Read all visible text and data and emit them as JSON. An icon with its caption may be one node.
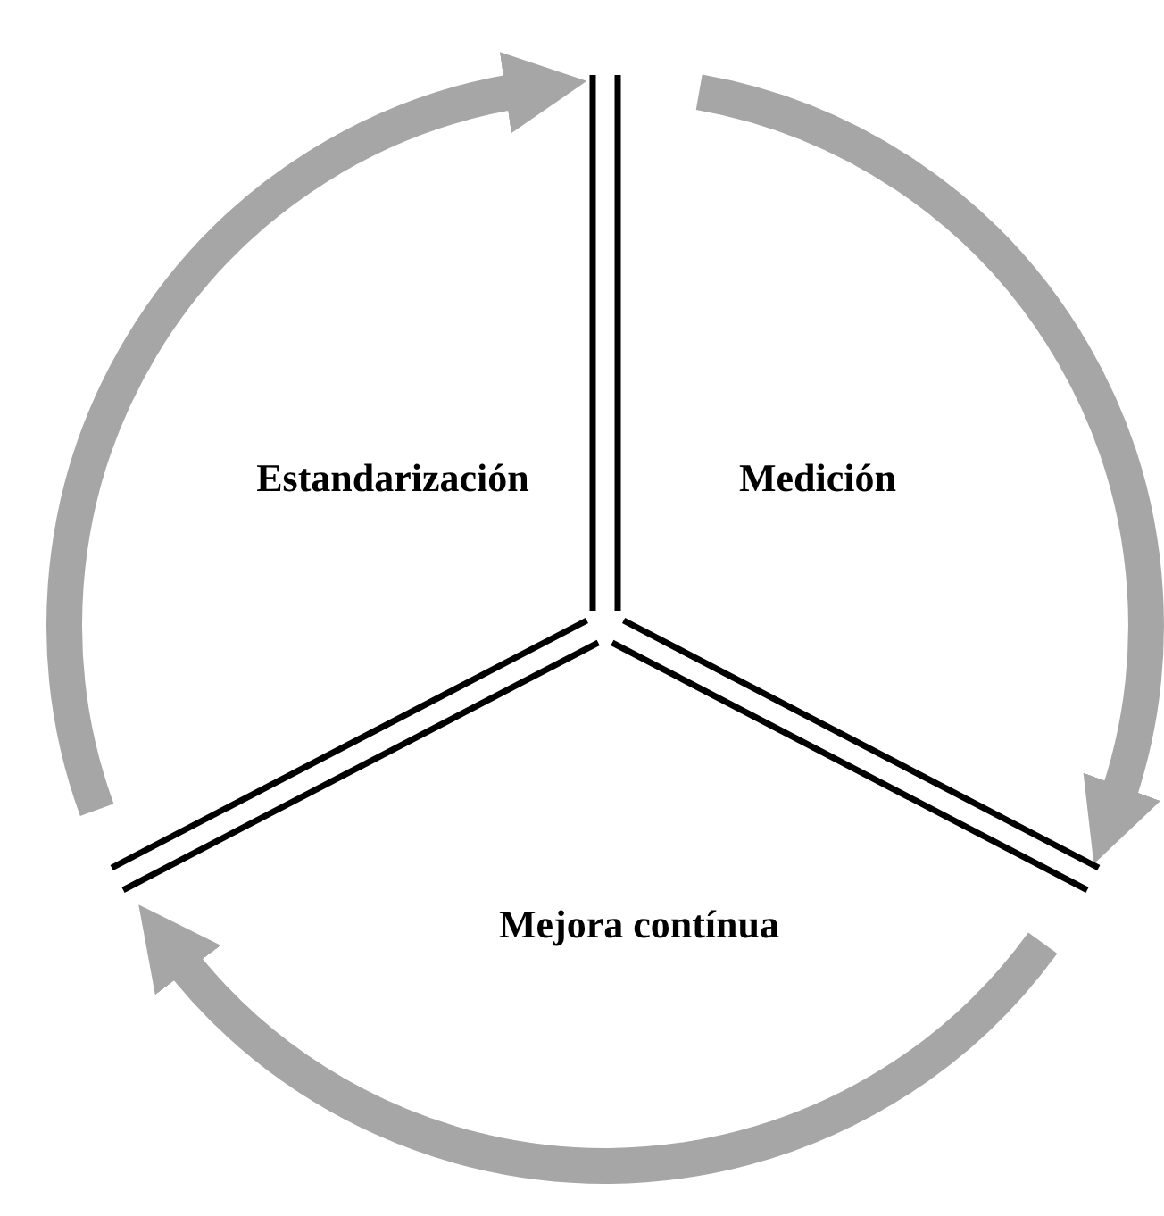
{
  "diagram": {
    "nodes": [
      {
        "text": [
          "Estandarización"
        ]
      },
      {
        "text": [
          "Medición"
        ]
      },
      {
        "text": [
          "Mejora contínua"
        ]
      }
    ]
  }
}
